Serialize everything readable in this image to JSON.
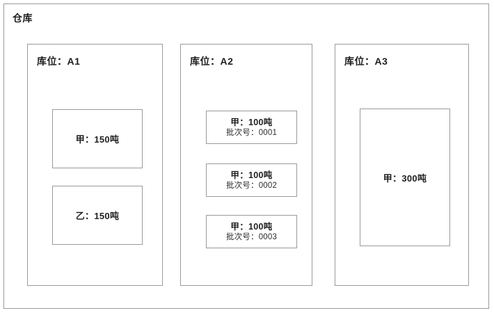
{
  "warehouse": {
    "title": "仓库",
    "locations": [
      {
        "id": "A1",
        "title": "库位：A1",
        "items": [
          {
            "amount": "甲：150吨"
          },
          {
            "amount": "乙：150吨"
          }
        ]
      },
      {
        "id": "A2",
        "title": "库位：A2",
        "items": [
          {
            "amount": "甲：100吨",
            "batch": "批次号：0001"
          },
          {
            "amount": "甲：100吨",
            "batch": "批次号：0002"
          },
          {
            "amount": "甲：100吨",
            "batch": "批次号：0003"
          }
        ]
      },
      {
        "id": "A3",
        "title": "库位：A3",
        "items": [
          {
            "amount": "甲：300吨"
          }
        ]
      }
    ]
  },
  "colors": {
    "border": "#9a9a9a",
    "text": "#1f1f1f",
    "background": "#ffffff"
  }
}
